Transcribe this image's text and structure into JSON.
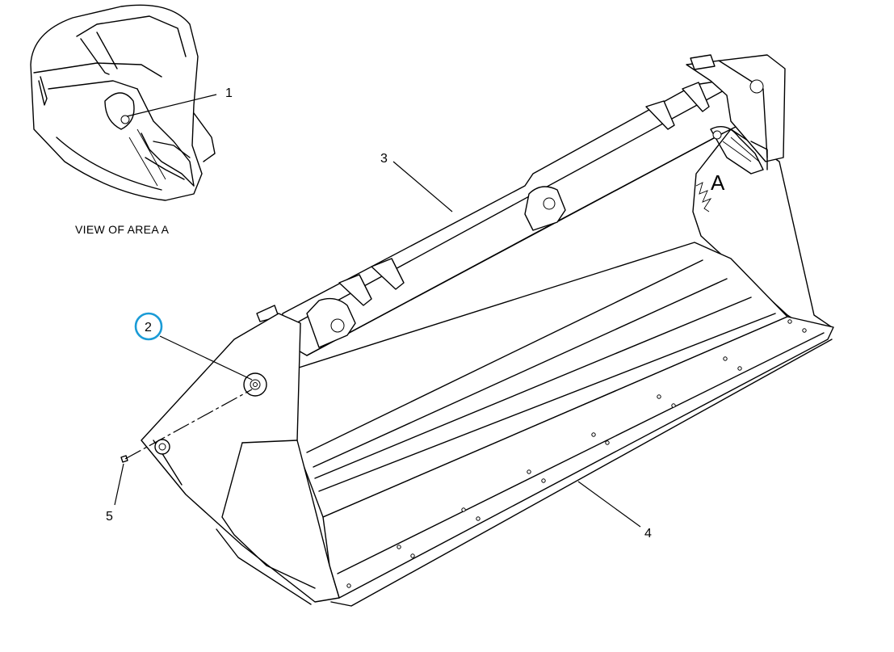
{
  "callouts": {
    "c1": "1",
    "c2": "2",
    "c3": "3",
    "c4": "4",
    "c5": "5"
  },
  "view_caption": "VIEW  OF AREA  A",
  "area_marker": "A",
  "highlight": {
    "callout": "2",
    "color": "#1a9bd6"
  }
}
